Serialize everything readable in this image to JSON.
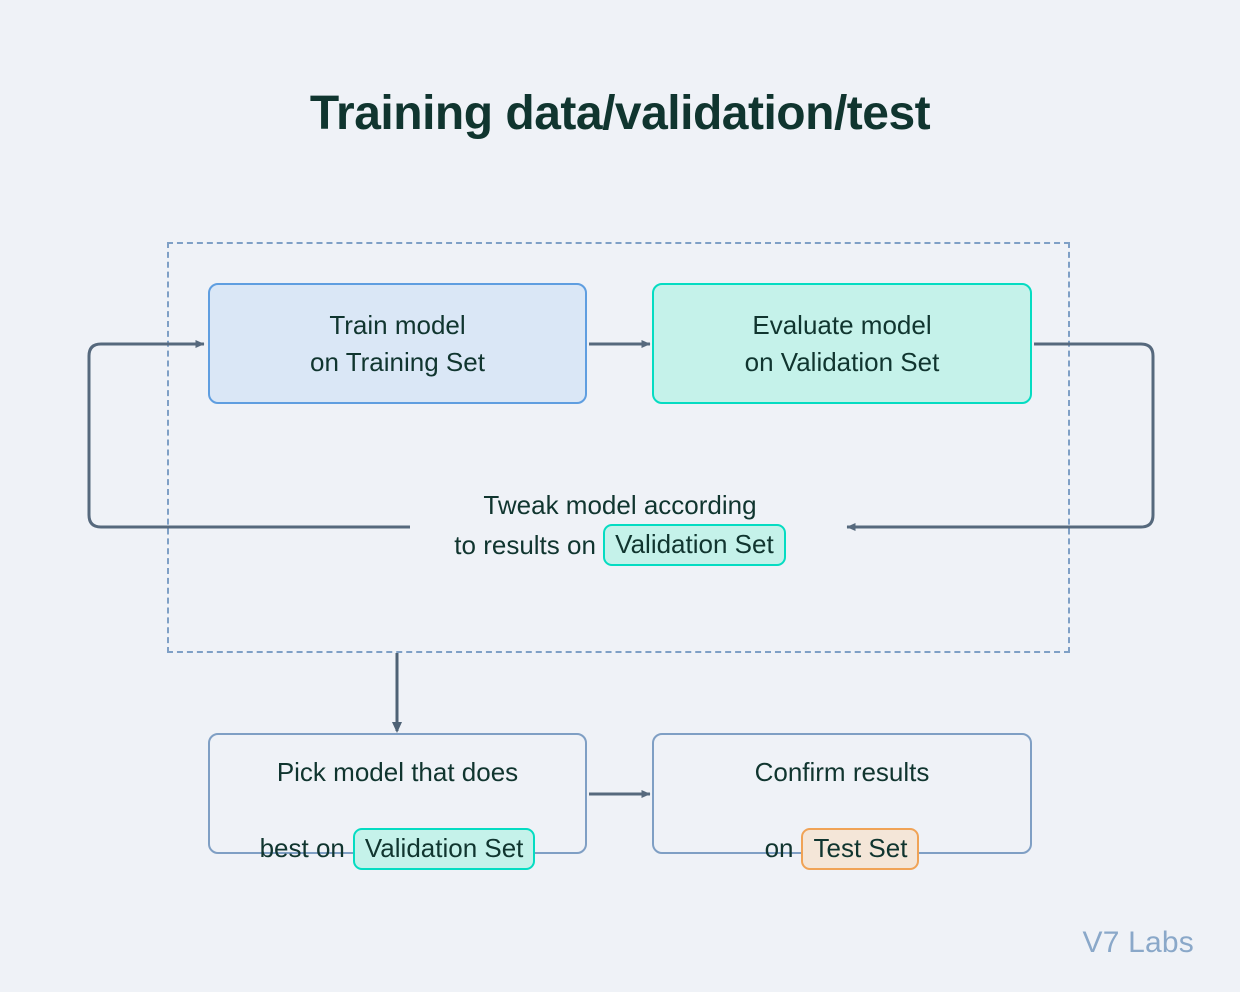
{
  "page": {
    "title": "Training data/validation/test",
    "background_color": "#eff2f7",
    "text_color": "#10352f",
    "watermark": "V7 Labs"
  },
  "colors": {
    "background": "#eff2f7",
    "title_text": "#10352f",
    "body_text": "#10352f",
    "train_box_fill": "#dae7f6",
    "train_box_border": "#5f9ee0",
    "evaluate_box_fill": "#c5f2ea",
    "evaluate_box_border": "#05dcc2",
    "plain_box_border": "#7f9fc4",
    "dashed_region_border": "#7fa0c6",
    "arrow": "#56697d",
    "pill_validation_fill": "#c5f2ea",
    "pill_validation_border": "#05dcc2",
    "pill_test_fill": "#f4e6d8",
    "pill_test_border": "#f0a356",
    "watermark": "#8aa8c9"
  },
  "diagram": {
    "loop_region_label": "",
    "nodes": {
      "train": {
        "name": "train-model-node",
        "line1": "Train model",
        "line2": "on Training Set",
        "text": "Train model\non Training Set"
      },
      "evaluate": {
        "name": "evaluate-model-node",
        "line1": "Evaluate model",
        "line2": "on Validation Set",
        "text": "Evaluate model\non Validation Set"
      },
      "tweak": {
        "name": "tweak-model-label",
        "line1": "Tweak model according",
        "line2_prefix": "to results on",
        "line2_pill": "Validation Set"
      },
      "pick": {
        "name": "pick-model-node",
        "line1": "Pick model that does",
        "line2_prefix": "best on",
        "line2_pill": "Validation Set"
      },
      "confirm": {
        "name": "confirm-results-node",
        "line1": "Confirm results",
        "line2_prefix": "on",
        "line2_pill": "Test Set"
      }
    },
    "connectors": [
      {
        "id": "train-to-evaluate",
        "from": "train",
        "to": "evaluate",
        "direction": "right"
      },
      {
        "id": "evaluate-loop-back-to-train",
        "from": "evaluate",
        "to": "train",
        "direction": "loop-left"
      },
      {
        "id": "loop-feedback-arrow",
        "from": "evaluate-right-rail",
        "to": "tweak",
        "direction": "left"
      },
      {
        "id": "loop-region-to-pick",
        "from": "loop-region",
        "to": "pick",
        "direction": "down"
      },
      {
        "id": "pick-to-confirm",
        "from": "pick",
        "to": "confirm",
        "direction": "right"
      }
    ]
  }
}
